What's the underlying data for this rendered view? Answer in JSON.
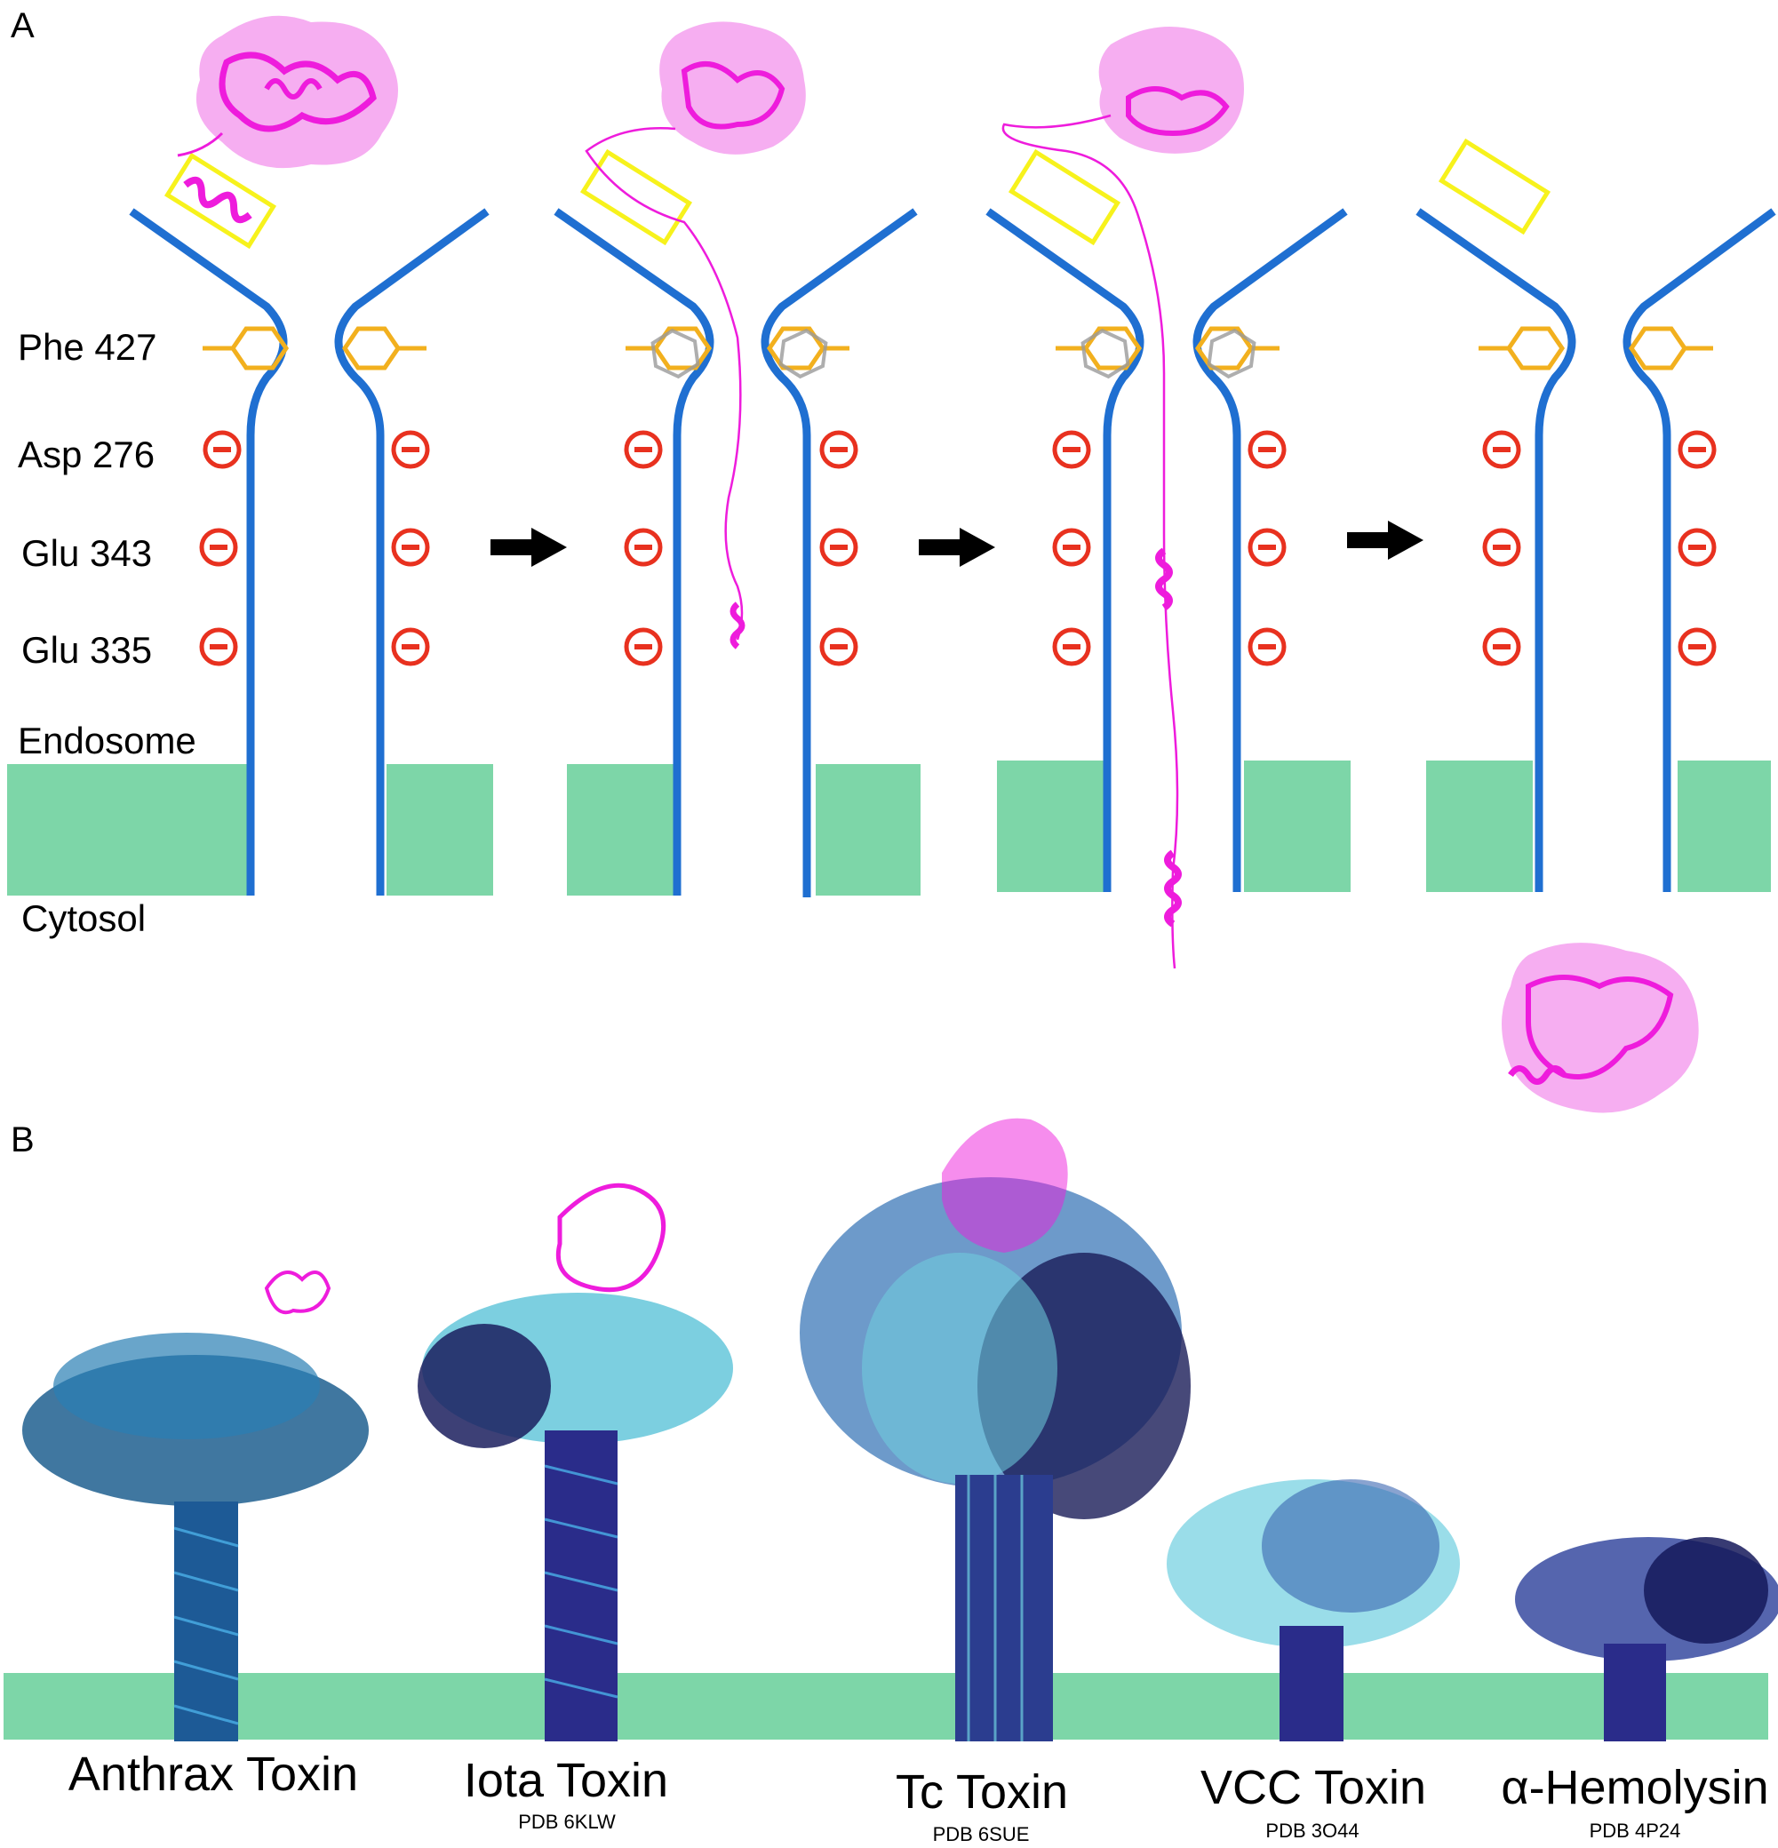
{
  "panel_a": {
    "label": "A",
    "residues": [
      "Phe 427",
      "Asp 276",
      "Glu 343",
      "Glu 335"
    ],
    "endosome_label": "Endosome",
    "cytosol_label": "Cytosol"
  },
  "panel_b": {
    "label": "B",
    "toxins": [
      {
        "name": "Anthrax Toxin",
        "pdb": ""
      },
      {
        "name": "Iota Toxin",
        "pdb": "PDB 6KLW"
      },
      {
        "name": "Tc Toxin",
        "pdb": "PDB 6SUE"
      },
      {
        "name": "VCC Toxin",
        "pdb": "PDB 3O44"
      },
      {
        "name": "α-Hemolysin",
        "pdb": "PDB 4P24"
      }
    ]
  },
  "colors": {
    "channel": "#1f6fd1",
    "membrane": "#7dd6a8",
    "phe_ring": "#f2b01e",
    "negative_charge": "#e8311f",
    "cargo": "#ee1cdc",
    "cargo_surface": "#f5a0ee",
    "binding_box": "#f7f21c",
    "arrow": "#000000"
  },
  "icons": [
    "negative-charge-icon",
    "phenylalanine-ring-icon",
    "arrow-right-icon"
  ]
}
